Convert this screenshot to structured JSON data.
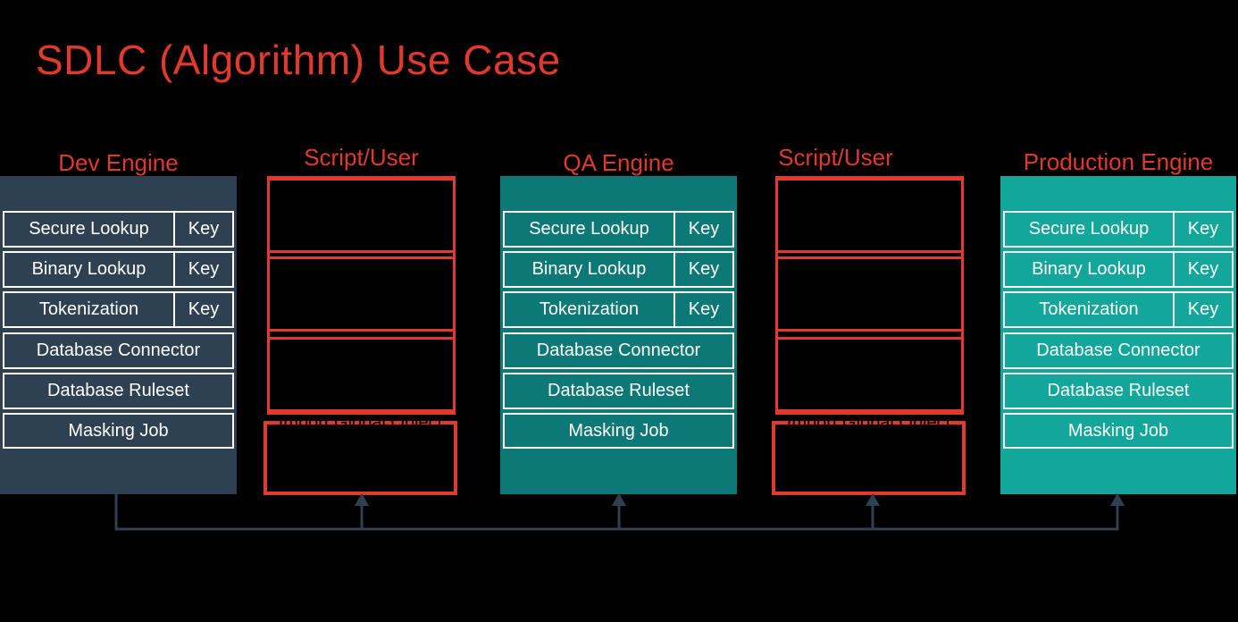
{
  "title": {
    "text": "SDLC (Algorithm) Use Case",
    "color": "#E0392D"
  },
  "colors": {
    "background": "#000000",
    "accent_red": "#E0392D",
    "dev_engine_bg": "#2E4152",
    "qa_engine_bg": "#0D7977",
    "production_engine_bg": "#12A79A",
    "row_border": "#FFFFFF",
    "row_text": "#FFFFFF",
    "connector_line": "#2E4152",
    "import_label_text": "#000000"
  },
  "columns": [
    {
      "type": "engine",
      "name": "Dev Engine",
      "rows": [
        {
          "label": "Secure Lookup",
          "key": "Key"
        },
        {
          "label": "Binary Lookup",
          "key": "Key"
        },
        {
          "label": "Tokenization",
          "key": "Key"
        },
        {
          "label": "Database Connector"
        },
        {
          "label": "Database Ruleset"
        },
        {
          "label": "Masking Job"
        }
      ]
    },
    {
      "type": "script",
      "name": "Script/User",
      "import_label": "Import Global Object"
    },
    {
      "type": "engine",
      "name": "QA Engine",
      "rows": [
        {
          "label": "Secure Lookup",
          "key": "Key"
        },
        {
          "label": "Binary Lookup",
          "key": "Key"
        },
        {
          "label": "Tokenization",
          "key": "Key"
        },
        {
          "label": "Database Connector"
        },
        {
          "label": "Database Ruleset"
        },
        {
          "label": "Masking Job"
        }
      ]
    },
    {
      "type": "script",
      "name": "Script/User",
      "import_label": "Import Global Object"
    },
    {
      "type": "engine",
      "name": "Production Engine",
      "rows": [
        {
          "label": "Secure Lookup",
          "key": "Key"
        },
        {
          "label": "Binary Lookup",
          "key": "Key"
        },
        {
          "label": "Tokenization",
          "key": "Key"
        },
        {
          "label": "Database Connector"
        },
        {
          "label": "Database Ruleset"
        },
        {
          "label": "Masking Job"
        }
      ]
    }
  ]
}
